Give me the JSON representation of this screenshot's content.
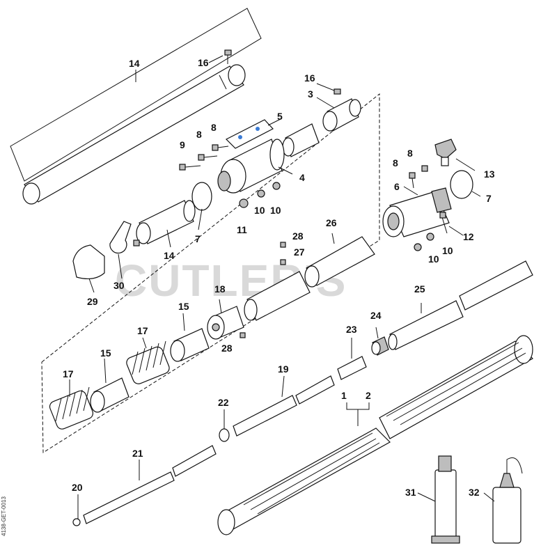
{
  "watermark": "CUTLER'S",
  "drawing_code": "4138-GET-0013",
  "callouts": {
    "c1": "1",
    "c2": "2",
    "c3": "3",
    "c4": "4",
    "c5": "5",
    "c6": "6",
    "c7a": "7",
    "c7b": "7",
    "c8a": "8",
    "c8b": "8",
    "c8c": "8",
    "c8d": "8",
    "c9": "9",
    "c10a": "10",
    "c10b": "10",
    "c10c": "10",
    "c10d": "10",
    "c11": "11",
    "c12": "12",
    "c13": "13",
    "c14a": "14",
    "c14b": "14",
    "c15a": "15",
    "c15b": "15",
    "c16a": "16",
    "c16b": "16",
    "c17a": "17",
    "c17b": "17",
    "c18": "18",
    "c19": "19",
    "c20": "20",
    "c21": "21",
    "c22": "22",
    "c23": "23",
    "c24": "24",
    "c25": "25",
    "c26": "26",
    "c27": "27",
    "c28a": "28",
    "c28b": "28",
    "c29": "29",
    "c30": "30",
    "c31": "31",
    "c32": "32"
  }
}
